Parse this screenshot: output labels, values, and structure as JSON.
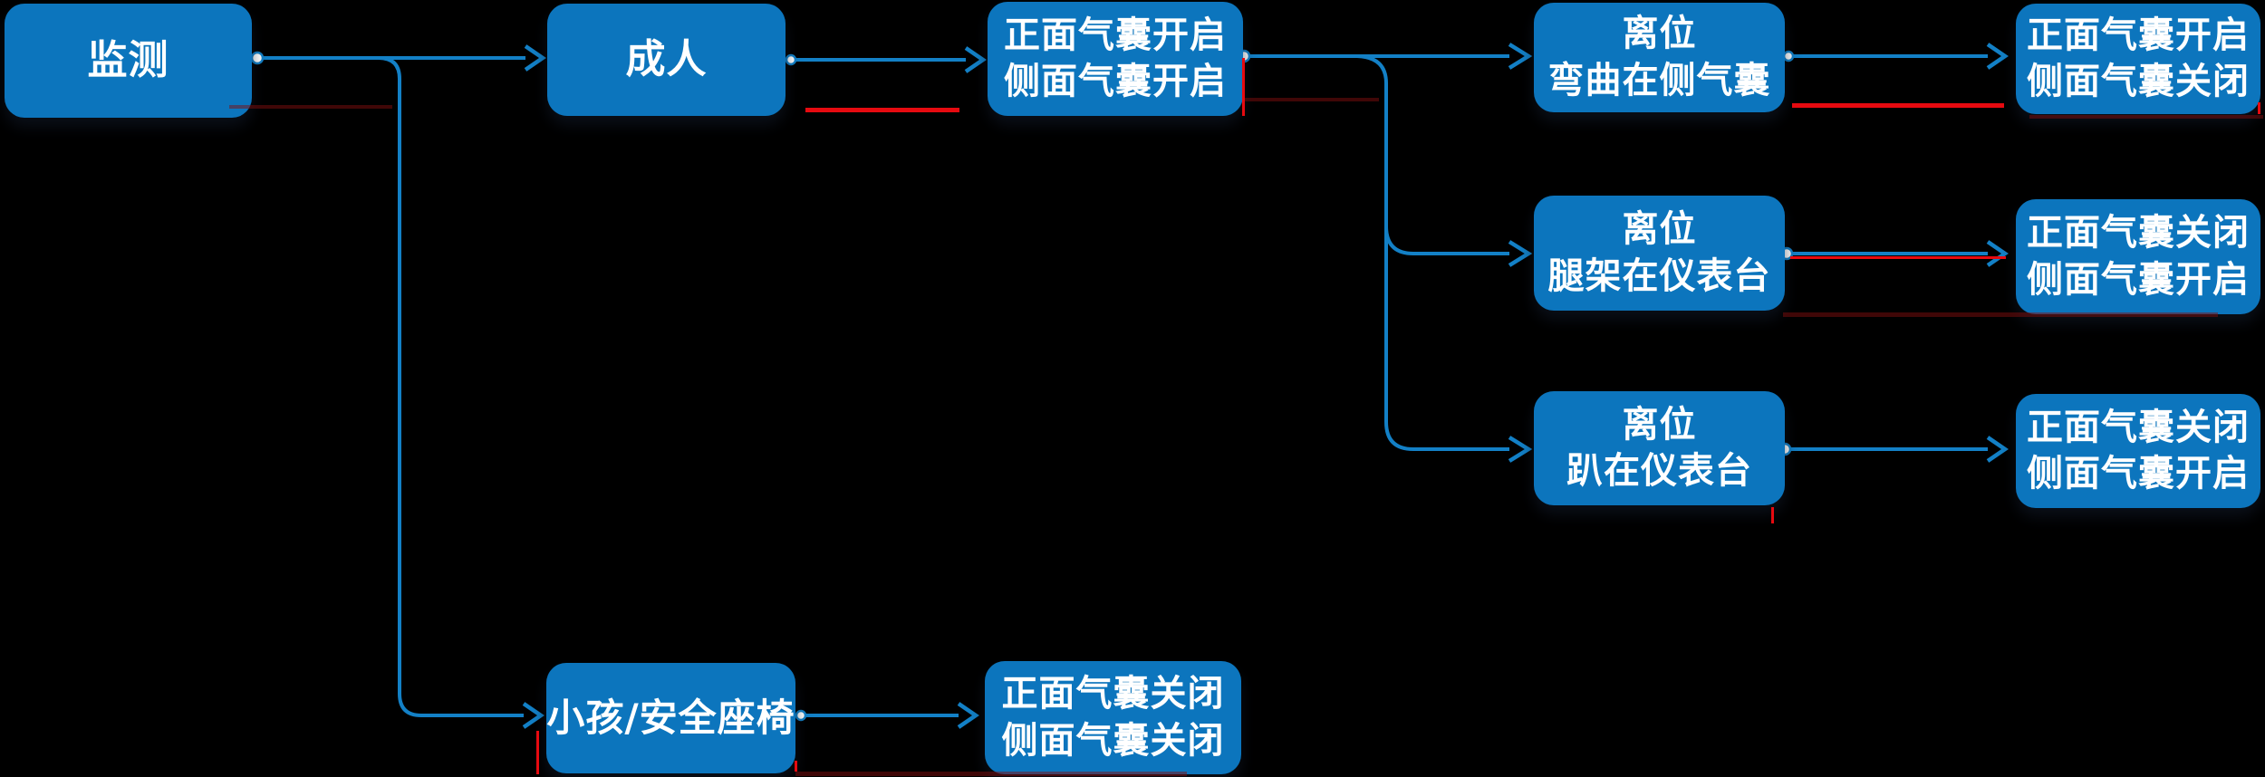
{
  "colors": {
    "background": "#000000",
    "node_fill": "#0c75bd",
    "connector": "#1380c6",
    "highlight_red": "#e60a10",
    "text_color": "#ffffff"
  },
  "nodes": {
    "monitor": {
      "label": "监测"
    },
    "adult": {
      "label": "成人"
    },
    "adult_airbags": {
      "line1": "正面气囊开启",
      "line2": "侧面气囊开启"
    },
    "oop_bent_side": {
      "line1": "离位",
      "line2": "弯曲在侧气囊"
    },
    "oop_bent_side_result": {
      "line1": "正面气囊开启",
      "line2": "侧面气囊关闭"
    },
    "oop_legs_dash": {
      "line1": "离位",
      "line2": "腿架在仪表台"
    },
    "oop_legs_dash_result": {
      "line1": "正面气囊关闭",
      "line2": "侧面气囊开启"
    },
    "oop_lying_dash": {
      "line1": "离位",
      "line2": "趴在仪表台"
    },
    "oop_lying_dash_result": {
      "line1": "正面气囊关闭",
      "line2": "侧面气囊开启"
    },
    "child_seat": {
      "label": "小孩/安全座椅"
    },
    "child_seat_result": {
      "line1": "正面气囊关闭",
      "line2": "侧面气囊关闭"
    }
  }
}
